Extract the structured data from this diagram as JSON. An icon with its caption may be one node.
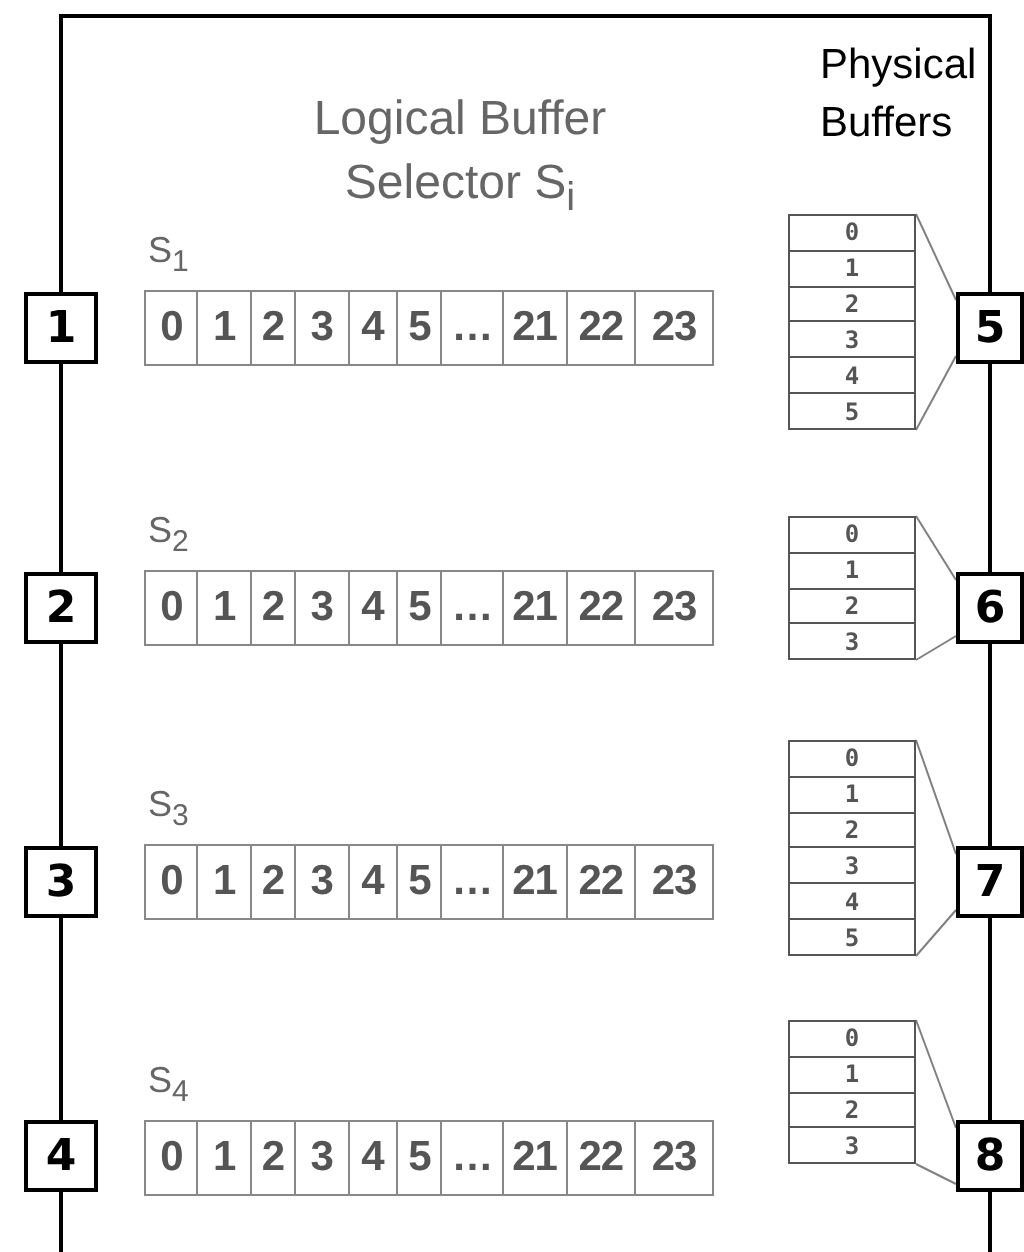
{
  "diagram": {
    "nodes": [
      {
        "text": [
          "1"
        ]
      },
      {
        "text": [
          "2"
        ]
      },
      {
        "text": [
          "3"
        ]
      },
      {
        "text": [
          "4"
        ]
      },
      {
        "text": [
          "5"
        ]
      },
      {
        "text": [
          "6"
        ]
      },
      {
        "text": [
          "7"
        ]
      },
      {
        "text": [
          "8"
        ]
      },
      {
        "text": [
          "0",
          "1",
          "2",
          "3",
          "4",
          "5"
        ]
      },
      {
        "text": [
          "0",
          "1",
          "2",
          "3"
        ]
      },
      {
        "text": [
          "0",
          "1",
          "2",
          "3",
          "4",
          "5"
        ]
      },
      {
        "text": [
          "0",
          "1",
          "2",
          "3"
        ]
      },
      {
        "text": [
          "0",
          "1",
          "2",
          "3",
          "4",
          "5",
          "…",
          "21",
          "22",
          "23"
        ],
        "beside": [
          "S$_{1}$"
        ]
      },
      {
        "text": [
          "0",
          "1",
          "2",
          "3",
          "4",
          "5",
          "…",
          "21",
          "22",
          "23"
        ],
        "beside": [
          "S$_{2}$"
        ]
      },
      {
        "text": [
          "0",
          "1",
          "2",
          "3",
          "4",
          "5",
          "…",
          "21",
          "22",
          "23"
        ],
        "beside": [
          "S$_{3}$"
        ]
      },
      {
        "text": [
          "0",
          "1",
          "2",
          "3",
          "4",
          "5",
          "…",
          "21",
          "22",
          "23"
        ],
        "beside": [
          "S$_{4}$"
        ]
      }
    ],
    "edges": [
      {
        "from": 0,
        "to": 4,
        "arrow": "none"
      },
      {
        "from": 0,
        "to": 1,
        "arrow": "none"
      },
      {
        "from": 1,
        "to": 2,
        "arrow": "none"
      },
      {
        "from": 2,
        "to": 3,
        "arrow": "none"
      },
      {
        "from": 3,
        "to": null,
        "arrow": "none"
      },
      {
        "from": 4,
        "to": 5,
        "arrow": "none"
      },
      {
        "from": 5,
        "to": 6,
        "arrow": "none"
      },
      {
        "from": 6,
        "to": 7,
        "arrow": "none"
      },
      {
        "from": 7,
        "to": null,
        "arrow": "none"
      },
      {
        "from": 8,
        "to": 4,
        "arrow": "none",
        "color": "#808080"
      },
      {
        "from": 9,
        "to": 5,
        "arrow": "none",
        "color": "#808080"
      },
      {
        "from": 10,
        "to": 6,
        "arrow": "none",
        "color": "#808080"
      },
      {
        "from": 11,
        "to": 7,
        "arrow": "none",
        "color": "#808080"
      }
    ],
    "labels": [
      "Physical Buffers",
      "Logical Buffer Selector S$_{i}$"
    ]
  }
}
